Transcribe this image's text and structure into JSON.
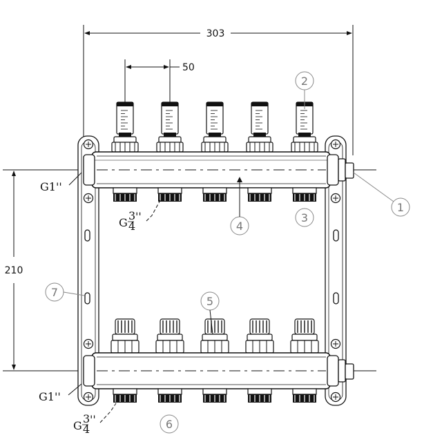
{
  "dimensions": {
    "total_width": "303",
    "outlet_spacing": "50",
    "pipe_spacing": "210"
  },
  "labels": {
    "inlet_top": "G1''",
    "inlet_bottom": "G1''",
    "outlet_top_base": "G",
    "outlet_top_num": "3",
    "outlet_top_den": "4",
    "outlet_top_mark": "''",
    "outlet_bottom_base": "G",
    "outlet_bottom_num": "3",
    "outlet_bottom_den": "4",
    "outlet_bottom_mark": "''"
  },
  "callouts": [
    "1",
    "2",
    "3",
    "4",
    "5",
    "6",
    "7"
  ]
}
